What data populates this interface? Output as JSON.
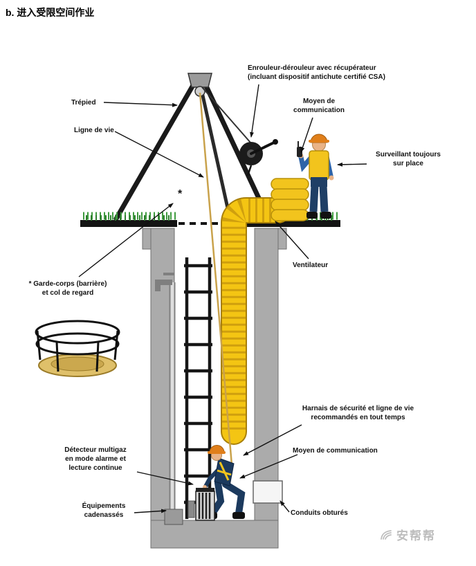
{
  "page": {
    "title": "b. 进入受限空间作业",
    "watermark": {
      "text": "安帮帮",
      "icon": "hand-logo-icon"
    }
  },
  "diagram": {
    "labels": {
      "enrouleur": "Enrouleur-dérouleur avec récupérateur\n(incluant dispositif antichute certifié CSA)",
      "trepied": "Trépied",
      "ligne_de_vie": "Ligne de vie",
      "moyen_communication_haut": "Moyen de\ncommunication",
      "surveillant": "Surveillant toujours\nsur place",
      "ventilateur": "Ventilateur",
      "garde_corps": "* Garde-corps (barrière)\net col de regard",
      "harnais": "Harnais de sécurité et ligne de vie\nrecommandés en tout temps",
      "moyen_communication_bas": "Moyen de communication",
      "detecteur": "Détecteur multigaz\nen mode alarme et\nlecture continue",
      "equipements": "Équipements\ncadenassés",
      "conduits": "Conduits obturés",
      "asterisk": "*"
    },
    "colors": {
      "duct_yellow": "#f4c513",
      "helmet_orange": "#e07f1a",
      "vest_yellow": "#f2c41d",
      "grass_green": "#3f9b3f",
      "concrete_gray": "#ababab",
      "skin": "#e9b387",
      "shirt_blue": "#2e64a8",
      "clothing_navy": "#1c3a5e",
      "lifeline_tan": "#c9a24b"
    }
  }
}
